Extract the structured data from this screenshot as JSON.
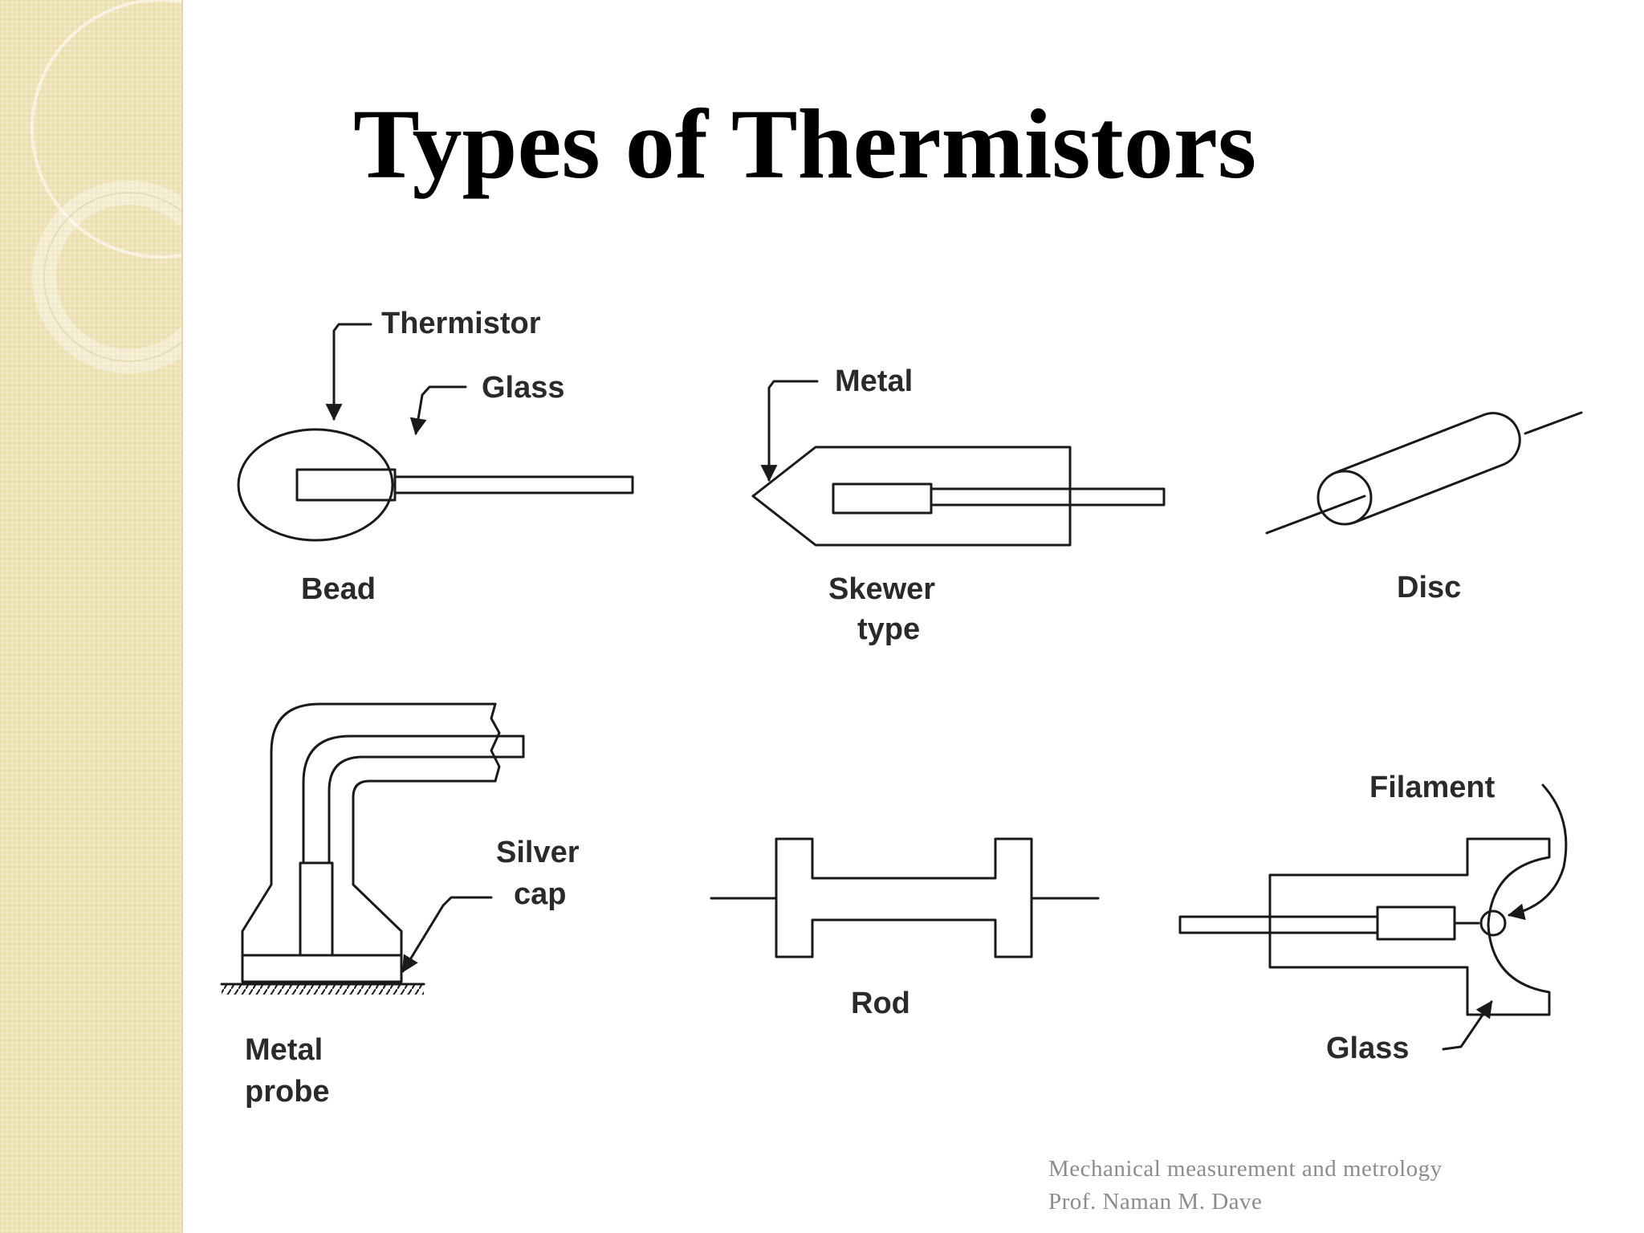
{
  "slide": {
    "title": "Types of Thermistors",
    "footer_line1": "Mechanical measurement  and metrology",
    "footer_line2": "Prof. Naman  M. Dave"
  },
  "colors": {
    "side_panel": "#efe3b8",
    "title_text": "#000000",
    "diagram_ink": "#1a1a1a",
    "footer_text": "#8c8c8c"
  },
  "diagram": {
    "bead": {
      "name": "Bead",
      "callout_thermistor": "Thermistor",
      "callout_glass": "Glass"
    },
    "skewer": {
      "name_line1": "Skewer",
      "name_line2": "type",
      "callout_metal": "Metal"
    },
    "disc": {
      "name": "Disc"
    },
    "metal_probe": {
      "name_line1": "Metal",
      "name_line2": "probe",
      "callout_line1": "Silver",
      "callout_line2": "cap"
    },
    "rod": {
      "name": "Rod"
    },
    "glass_filament": {
      "callout_filament": "Filament",
      "callout_glass": "Glass"
    }
  }
}
